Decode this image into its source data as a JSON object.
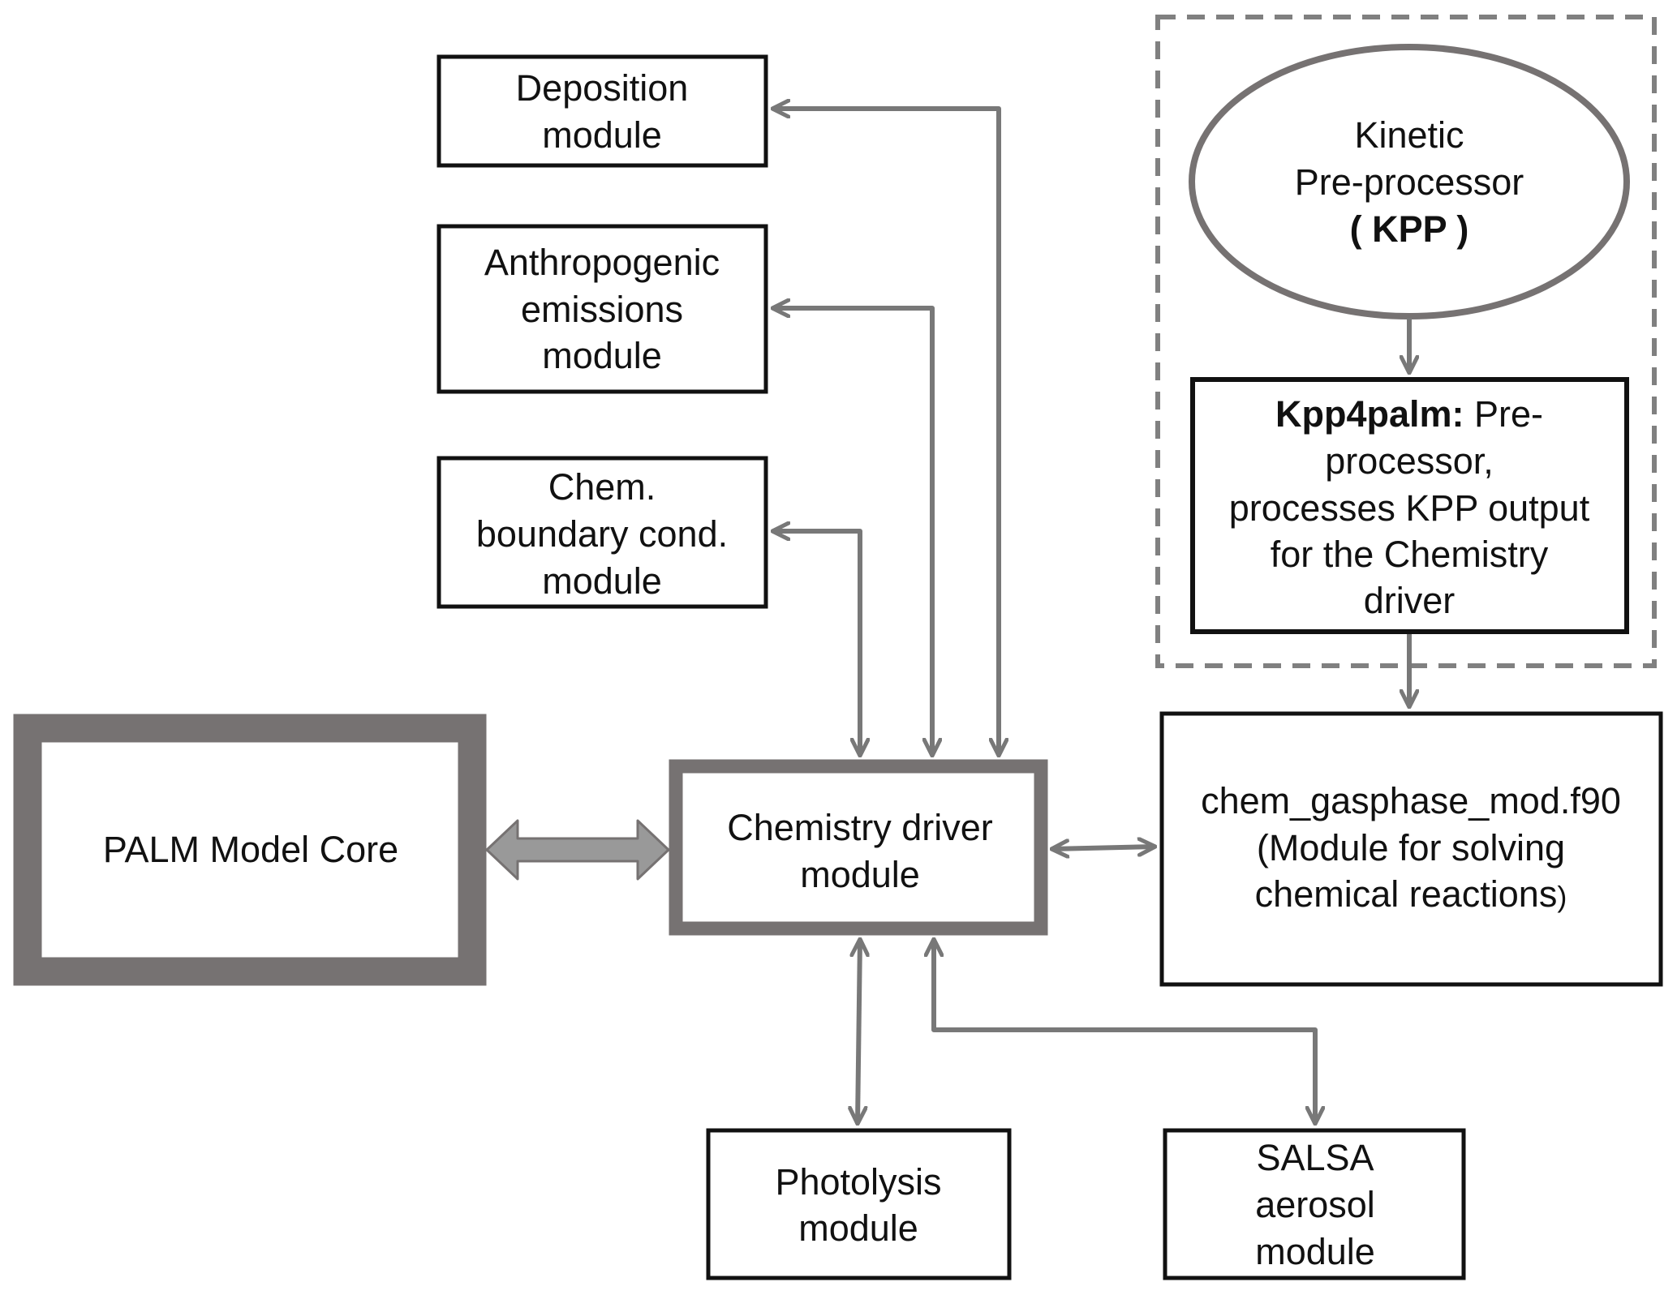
{
  "colors": {
    "arrow": "#787878",
    "box_border": "#111111",
    "thick_border": "#767272",
    "dashed": "#808080",
    "palm_arrow_fill": "#999999"
  },
  "nodes": {
    "deposition": {
      "lines": [
        "Deposition",
        "module"
      ]
    },
    "anthropogenic": {
      "lines": [
        "Anthropogenic",
        "emissions",
        "module"
      ]
    },
    "boundary": {
      "lines": [
        "Chem.",
        "boundary cond.",
        "module"
      ]
    },
    "palm_core": {
      "lines": [
        "PALM Model Core"
      ]
    },
    "chem_driver": {
      "lines": [
        "Chemistry driver",
        "module"
      ]
    },
    "kpp": {
      "line1": "Kinetic",
      "line2": "Pre-processor",
      "line3": "( KPP )"
    },
    "kpp4palm": {
      "bold": "Kpp4palm:",
      "line1_rest": " Pre-",
      "lines": [
        "processor,",
        "processes KPP output",
        "for the Chemistry",
        "driver"
      ]
    },
    "gasphase": {
      "line1": "chem_gasphase_mod.f90",
      "line2": "(Module for solving",
      "line3_main": "chemical reactions",
      "line3_paren": ")"
    },
    "photolysis": {
      "lines": [
        "Photolysis",
        "module"
      ]
    },
    "salsa": {
      "lines": [
        "SALSA",
        "aerosol",
        "module"
      ]
    }
  }
}
